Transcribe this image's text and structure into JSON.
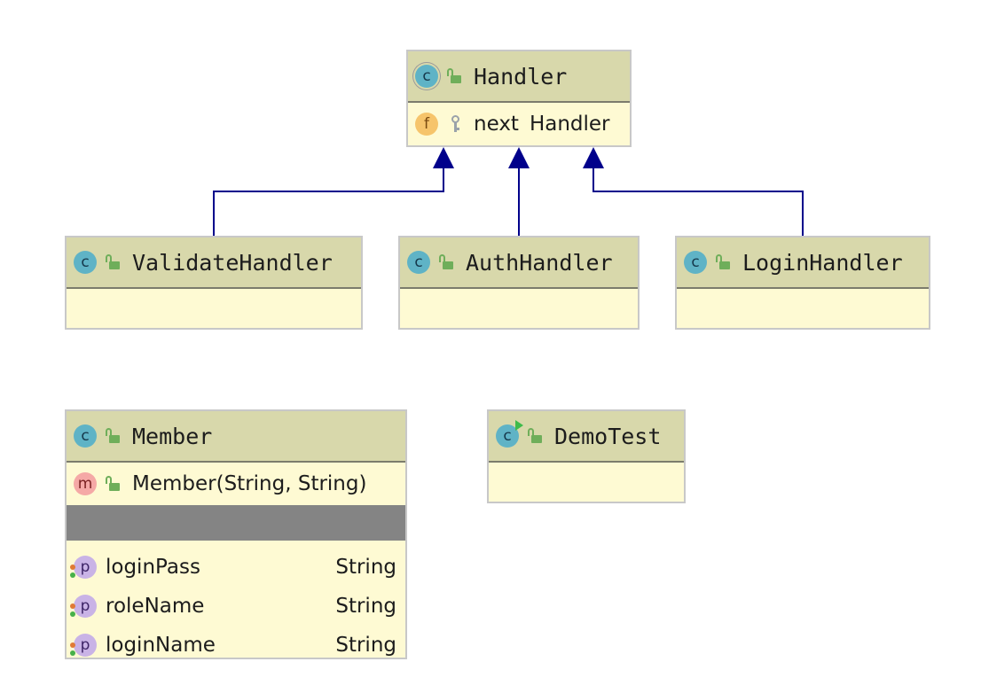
{
  "diagram": {
    "classes": {
      "handler": {
        "name": "Handler",
        "icon": "abstract-class-icon",
        "field": {
          "name": "next",
          "type": "Handler",
          "icon": "field-icon"
        }
      },
      "validate_handler": {
        "name": "ValidateHandler",
        "icon": "class-icon"
      },
      "auth_handler": {
        "name": "AuthHandler",
        "icon": "class-icon"
      },
      "login_handler": {
        "name": "LoginHandler",
        "icon": "class-icon"
      },
      "member": {
        "name": "Member",
        "icon": "class-icon",
        "constructor": "Member(String, String)",
        "properties": [
          {
            "name": "loginPass",
            "type": "String"
          },
          {
            "name": "roleName",
            "type": "String"
          },
          {
            "name": "loginName",
            "type": "String"
          }
        ]
      },
      "demo_test": {
        "name": "DemoTest",
        "icon": "runnable-class-icon"
      }
    },
    "edges": [
      {
        "from": "ValidateHandler",
        "to": "Handler",
        "kind": "extends"
      },
      {
        "from": "AuthHandler",
        "to": "Handler",
        "kind": "extends"
      },
      {
        "from": "LoginHandler",
        "to": "Handler",
        "kind": "extends"
      }
    ],
    "colors": {
      "header": "#d8d8ab",
      "body": "#fefad3",
      "edge": "#00008b",
      "class_icon": "#5fb3c6"
    }
  }
}
